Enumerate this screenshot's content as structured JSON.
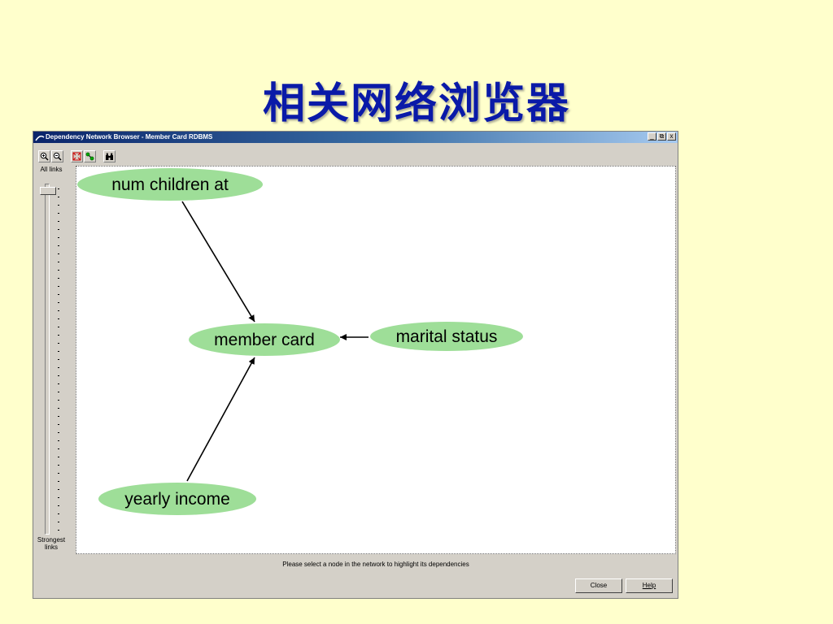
{
  "slide": {
    "title": "相关网络浏览器"
  },
  "window": {
    "title": "Dependency Network Browser - Member Card RDBMS",
    "controls": {
      "minimize": "_",
      "restore": "⧉",
      "close": "x"
    }
  },
  "toolbar": {
    "icons": [
      "zoom-in-icon",
      "zoom-out-icon",
      "fit-to-window-icon",
      "show-links-icon",
      "find-binoculars-icon"
    ]
  },
  "slider": {
    "top_label": "All links",
    "bottom_label_line1": "Strongest",
    "bottom_label_line2": "links",
    "position": 0
  },
  "network": {
    "nodes": [
      {
        "id": "num_children",
        "label": "num children at"
      },
      {
        "id": "member_card",
        "label": "member card"
      },
      {
        "id": "marital_status",
        "label": "marital status"
      },
      {
        "id": "yearly_income",
        "label": "yearly income"
      }
    ],
    "edges": [
      {
        "from": "num_children",
        "to": "member_card"
      },
      {
        "from": "marital_status",
        "to": "member_card"
      },
      {
        "from": "yearly_income",
        "to": "member_card"
      }
    ],
    "node_fill": "#9ede98"
  },
  "status": {
    "text": "Please select a node in the network to highlight its dependencies"
  },
  "buttons": {
    "close": "Close",
    "help": "Help"
  },
  "colors": {
    "title": "#0a1aa8",
    "background": "#ffffcc",
    "window": "#d4d0c8"
  }
}
